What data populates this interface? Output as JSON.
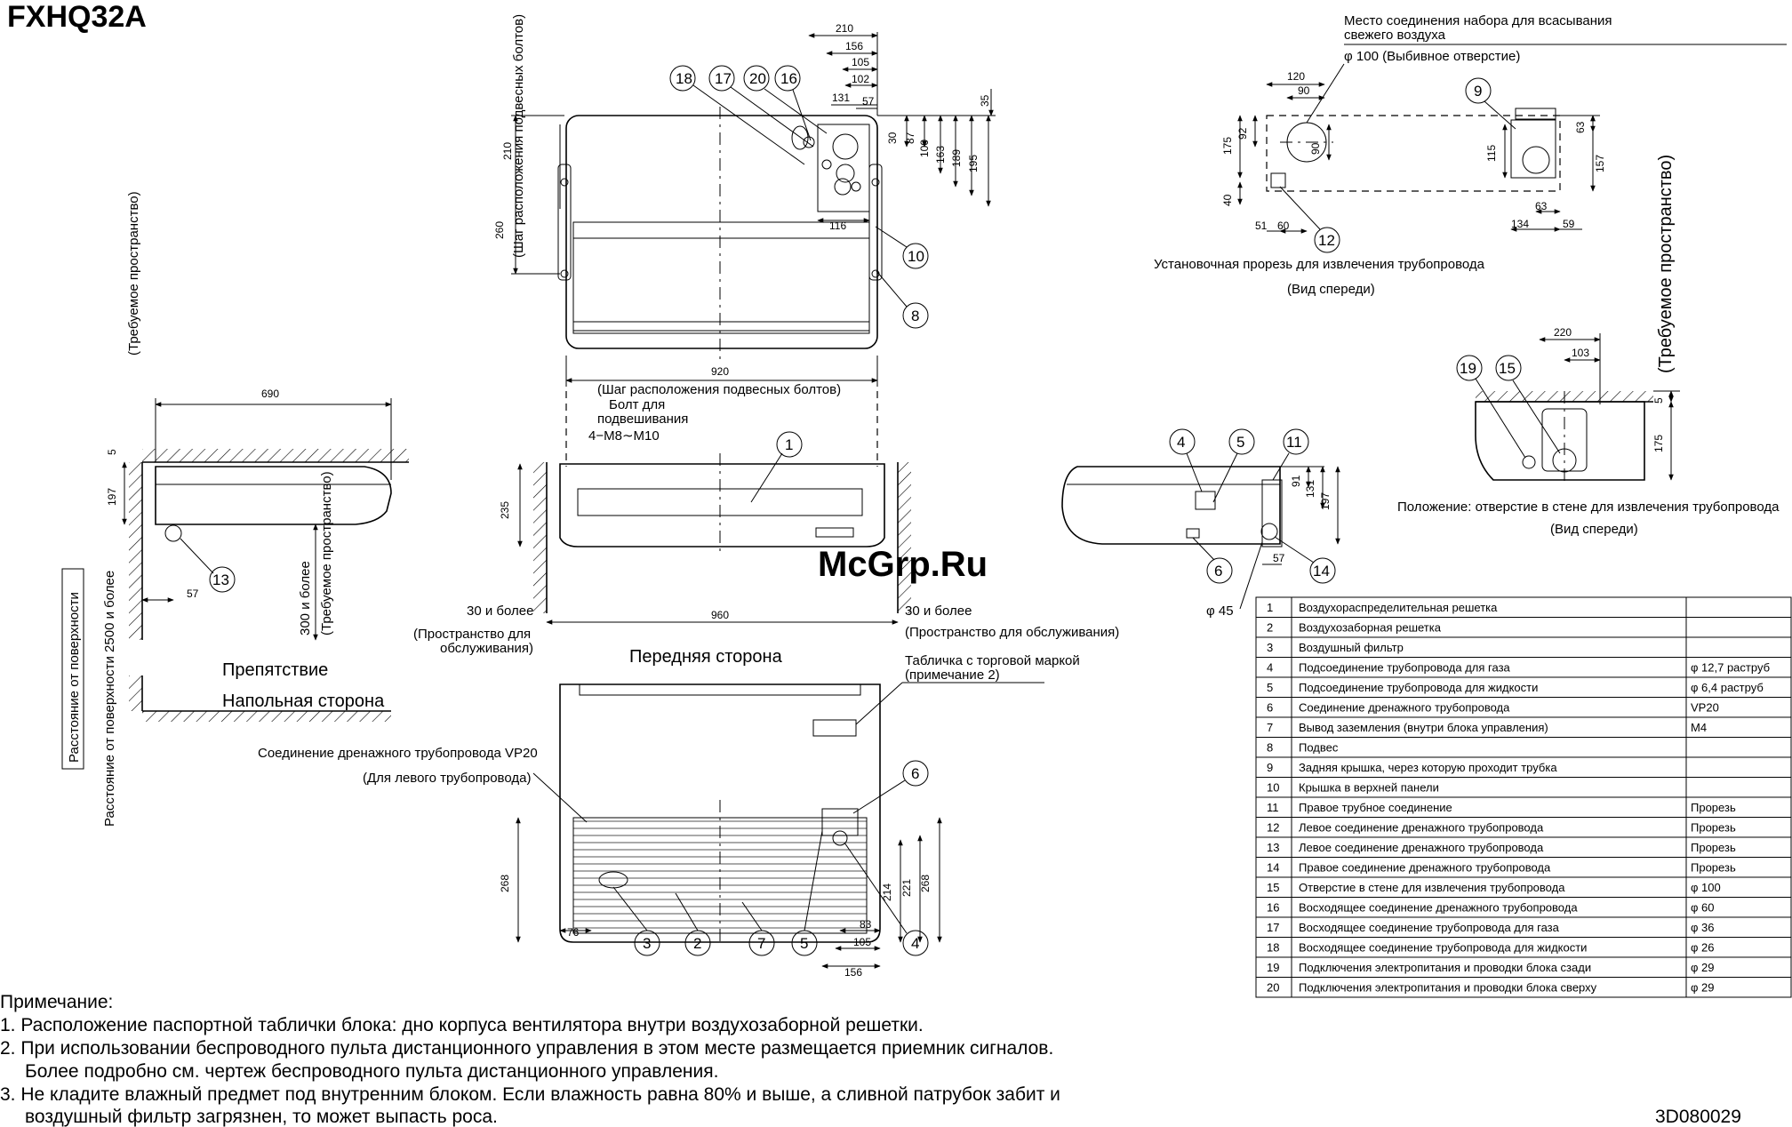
{
  "title": "FXHQ32A",
  "doc_number": "3D080029",
  "watermark": "McGrp.Ru",
  "dims": {
    "d210a": "210",
    "d156a": "156",
    "d105a": "105",
    "d102": "102",
    "d131a": "131",
    "d57a": "57",
    "d35": "35",
    "d30": "30",
    "d87": "87",
    "d100": "100",
    "d163": "163",
    "d189": "189",
    "d195": "195",
    "d210v": "210",
    "d260": "260",
    "d116": "116",
    "d920": "920",
    "d690": "690",
    "d5a": "5",
    "d197a": "197",
    "d57b": "57",
    "d235": "235",
    "d960": "960",
    "d120": "120",
    "d90a": "90",
    "d92": "92",
    "d175a": "175",
    "d90b": "90",
    "d40": "40",
    "d51": "51",
    "d60": "60",
    "d115": "115",
    "d63a": "63",
    "d157": "157",
    "d63b": "63",
    "d134": "134",
    "d59": "59",
    "d220": "220",
    "d103": "103",
    "d5b": "5",
    "d175b": "175",
    "d91": "91",
    "d131b": "131",
    "d197b": "197",
    "d57c": "57",
    "d268a": "268",
    "d214": "214",
    "d221": "221",
    "d268b": "268",
    "d76": "76",
    "d83": "83",
    "d105b": "105",
    "d156b": "156"
  },
  "labels": {
    "bolt_pitch_v": "(Шаг расположения подвесных болтов)",
    "bolt_pitch_h": "(Шаг расположения подвесных болтов)",
    "bolt1": "Болт для",
    "bolt2": "подвешивания",
    "bolt3": "4−M8∼M10",
    "fresh_air1": "Место соединения набора для всасывания",
    "fresh_air2": "свежего воздуха",
    "fresh_air3": "φ 100 (Выбивное отверстие)",
    "cutout": "Установочная прорезь для извлечения трубопровода",
    "front_view1": "(Вид спереди)",
    "req_space_right": "(Требуемое пространство)",
    "wall_pos": "Положение: отверстие в стене для извлечения трубопровода",
    "front_view2": "(Вид спереди)",
    "req_space_left": "(Требуемое пространство)",
    "dist_box": "Расстояние от поверхности",
    "dist_2500": "Расстояние от поверхности 2500 и более",
    "r300": "300 и более",
    "r300_req": "(Требуемое пространство)",
    "obstacle": "Препятствие",
    "floor": "Напольная сторона",
    "s30_left": "30 и более",
    "service_left1": "(Пространство для",
    "service_left2": "обслуживания)",
    "s30_right": "30 и более",
    "service_right": "(Пространство для обслуживания)",
    "front_side": "Передняя сторона",
    "brand1": "Табличка с торговой маркой",
    "brand2": "(примечание 2)",
    "drain_left1": "Соединение дренажного трубопровода VP20",
    "drain_left2": "(Для левого трубопровода)",
    "phi45": "φ 45"
  },
  "callouts": [
    "1",
    "2",
    "3",
    "4",
    "5",
    "6",
    "7",
    "8",
    "9",
    "10",
    "11",
    "12",
    "13",
    "14",
    "15",
    "16",
    "17",
    "18",
    "19",
    "20"
  ],
  "legend": [
    {
      "n": "1",
      "desc": "Воздухораспределительная решетка",
      "spec": ""
    },
    {
      "n": "2",
      "desc": "Воздухозаборная решетка",
      "spec": ""
    },
    {
      "n": "3",
      "desc": "Воздушный фильтр",
      "spec": ""
    },
    {
      "n": "4",
      "desc": "Подсоединение трубопровода для газа",
      "spec": "φ 12,7 раструб"
    },
    {
      "n": "5",
      "desc": "Подсоединение трубопровода для жидкости",
      "spec": "φ 6,4 раструб"
    },
    {
      "n": "6",
      "desc": "Соединение дренажного трубопровода",
      "spec": "VP20"
    },
    {
      "n": "7",
      "desc": "Вывод заземления (внутри блока управления)",
      "spec": "M4"
    },
    {
      "n": "8",
      "desc": "Подвес",
      "spec": ""
    },
    {
      "n": "9",
      "desc": "Задняя крышка, через которую проходит трубка",
      "spec": ""
    },
    {
      "n": "10",
      "desc": "Крышка в верхней панели",
      "spec": ""
    },
    {
      "n": "11",
      "desc": "Правое трубное соединение",
      "spec": "Прорезь"
    },
    {
      "n": "12",
      "desc": "Левое соединение дренажного трубопровода",
      "spec": "Прорезь"
    },
    {
      "n": "13",
      "desc": "Левое соединение дренажного трубопровода",
      "spec": "Прорезь"
    },
    {
      "n": "14",
      "desc": "Правое соединение дренажного трубопровода",
      "spec": "Прорезь"
    },
    {
      "n": "15",
      "desc": "Отверстие в стене для извлечения трубопровода",
      "spec": "φ 100"
    },
    {
      "n": "16",
      "desc": "Восходящее соединение дренажного трубопровода",
      "spec": "φ 60"
    },
    {
      "n": "17",
      "desc": "Восходящее соединение трубопровода для газа",
      "spec": "φ 36"
    },
    {
      "n": "18",
      "desc": "Восходящее соединение трубопровода для жидкости",
      "spec": "φ 26"
    },
    {
      "n": "19",
      "desc": "Подключения электропитания и проводки блока сзади",
      "spec": "φ 29"
    },
    {
      "n": "20",
      "desc": "Подключения электропитания и проводки блока сверху",
      "spec": "φ 29"
    }
  ],
  "notes": {
    "heading": "Примечание:",
    "n1": "1.  Расположение паспортной таблички блока: дно корпуса вентилятора внутри воздухозаборной решетки.",
    "n2a": "2.  При использовании беспроводного пульта дистанционного управления в этом месте размещается приемник сигналов.",
    "n2b": "Более подробно см. чертеж беспроводного пульта дистанционного управления.",
    "n3a": "3.  Не кладите влажный предмет под внутренним блоком. Если влажность равна 80% и выше, а сливной патрубок забит и",
    "n3b": "воздушный фильтр загрязнен, то может выпасть роса."
  }
}
